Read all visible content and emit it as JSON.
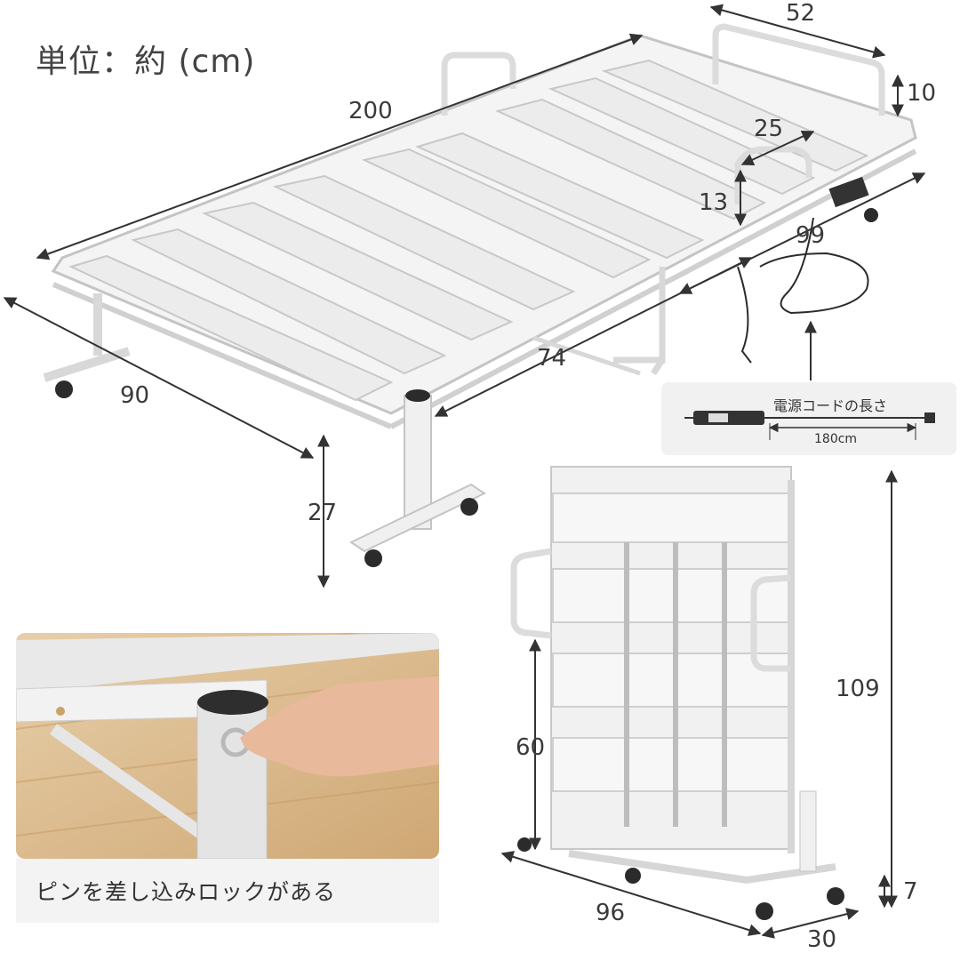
{
  "unit_label": "単位：約 (cm)",
  "dimensions": {
    "length": "200",
    "width_head": "52",
    "guard_height": "10",
    "guard_width": "25",
    "frame_depth": "13",
    "width_diag": "99",
    "leg_span": "74",
    "width": "90",
    "bed_height": "27",
    "folded_height": "109",
    "folded_guard_height": "60",
    "folded_width": "96",
    "folded_depth": "30",
    "caster_height": "7"
  },
  "cord": {
    "title": "電源コードの長さ",
    "length": "180cm"
  },
  "pin_caption": "ピンを差し込みロックがある",
  "colors": {
    "frame": "#f2f2f2",
    "frame_stroke": "#bdbdbd",
    "arrow": "#333333",
    "wood": "#d8b98e",
    "caster": "#2b2b2b"
  }
}
